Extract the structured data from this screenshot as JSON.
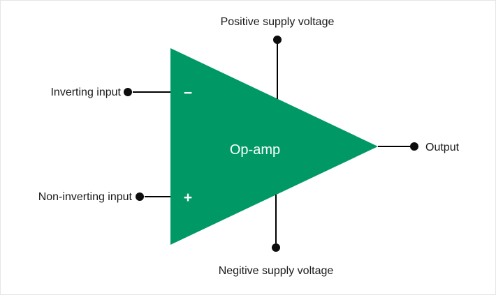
{
  "diagram": {
    "component_label": "Op-amp",
    "terminals": {
      "inverting": {
        "label": "Inverting input",
        "symbol": "−"
      },
      "non_inverting": {
        "label": "Non-inverting input",
        "symbol": "+"
      },
      "positive_supply": {
        "label": "Positive supply voltage"
      },
      "negative_supply": {
        "label": "Negitive supply voltage"
      },
      "output": {
        "label": "Output"
      }
    },
    "colors": {
      "triangle_fill": "#009966",
      "triangle_outline": "#1a1a1a",
      "inner_text": "#ffffff",
      "lead_line": "#000000",
      "terminal_dot": "#0d0d0d",
      "label_text": "#1a1a1a"
    }
  }
}
